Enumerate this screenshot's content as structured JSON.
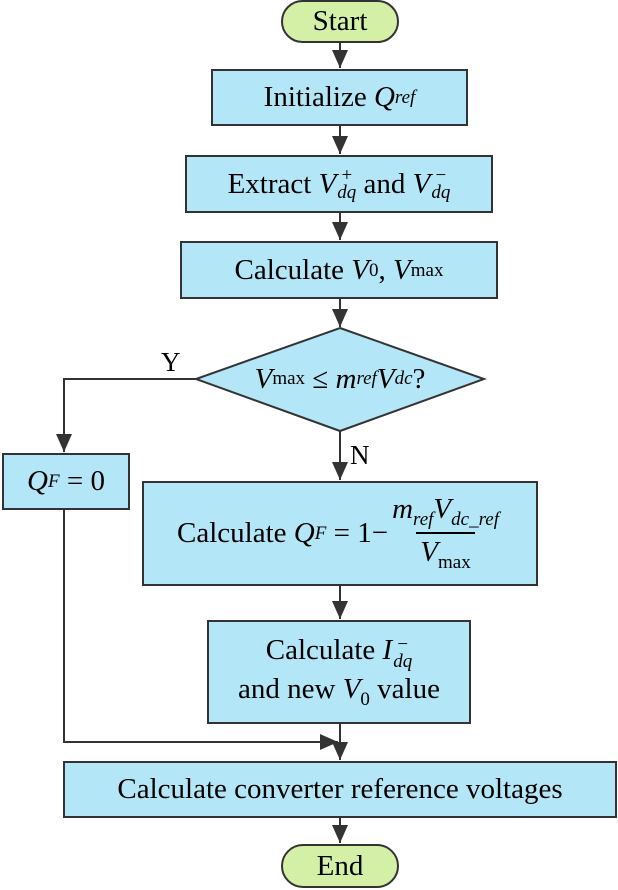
{
  "nodes": {
    "start": "Start",
    "initialize": "Initialize",
    "extract": "Extract",
    "extract_and": "and",
    "calculate": "Calculate",
    "q_f_zero": "= 0",
    "calc_qf": "Calculate",
    "calc_idq_line2": "and new",
    "calc_idq_value": "value",
    "calc_ref_voltages": "Calculate converter reference voltages",
    "end": "End"
  },
  "branch_labels": {
    "yes": "Y",
    "no": "N"
  },
  "colors": {
    "terminal_fill": "#d4f0a6",
    "process_fill": "#b3e6f6",
    "stroke": "#333333"
  }
}
